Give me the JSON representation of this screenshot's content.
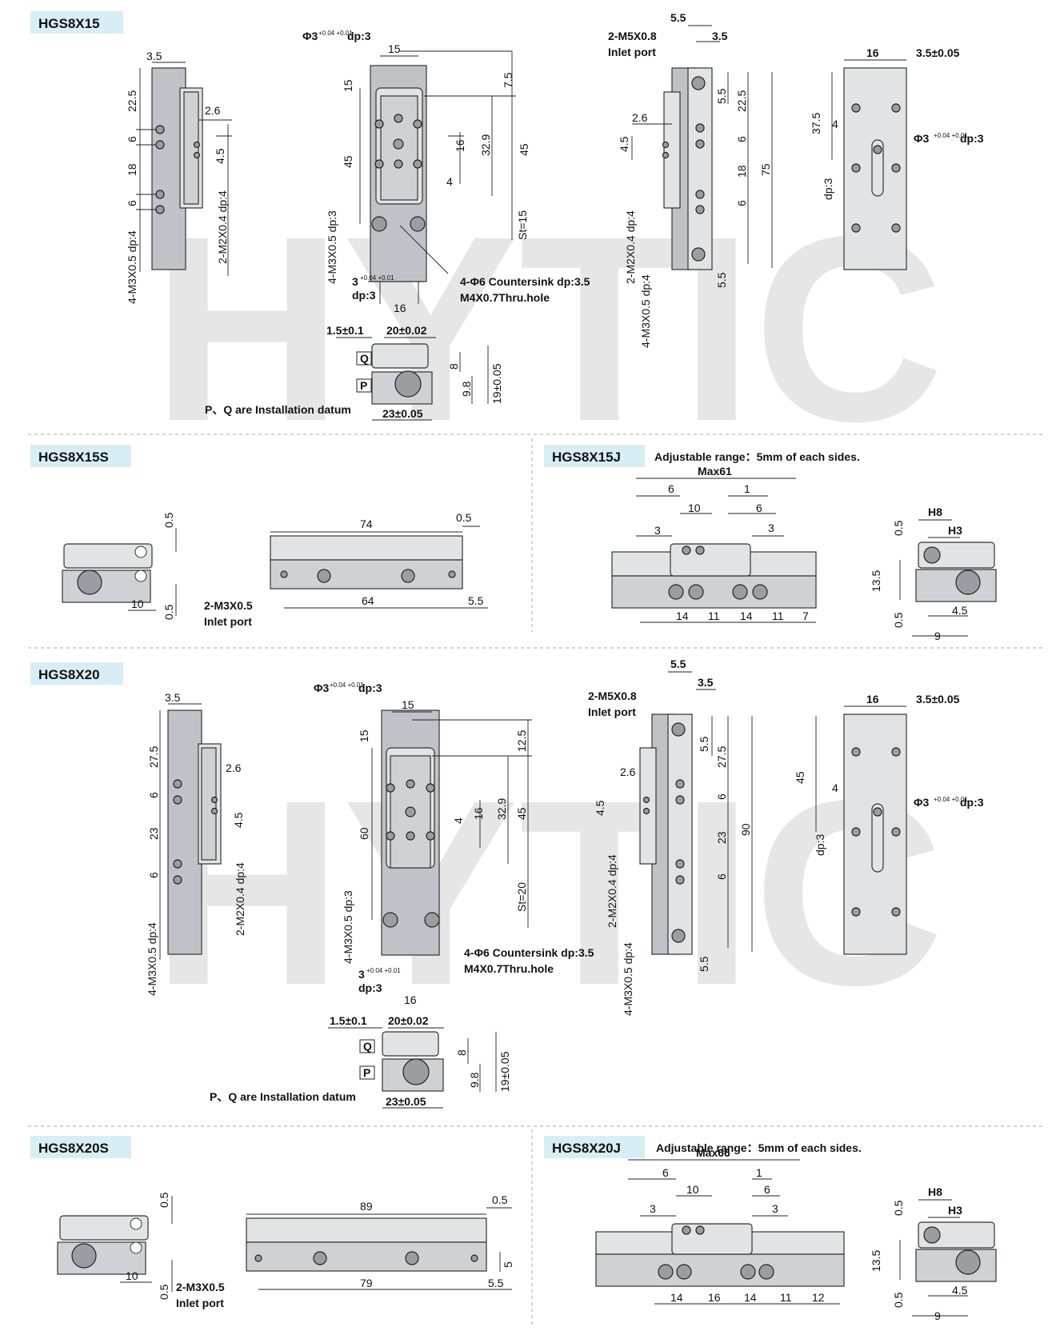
{
  "watermark": "HYTIC",
  "sections": {
    "s1": "HGS8X15",
    "s2": "HGS8X15S",
    "s3": "HGS8X15J",
    "s4": "HGS8X20",
    "s5": "HGS8X20S",
    "s6": "HGS8X20J"
  },
  "notes": {
    "adjust": "Adjustable range：5mm of each sides.",
    "datum": "P、Q are Installation datum",
    "inlet": "Inlet port",
    "counter": "4-Φ6 Countersink dp:3.5",
    "thru": "M4X0.7Thru.hole",
    "phi3": "Φ3",
    "phi3b": "Φ3",
    "dp3": "dp:3",
    "tol": "+0.04 +0.01",
    "m3": "4-M3X0.5 dp:3",
    "m3b": "4-M3X0.5 dp:4",
    "m2": "2-M2X0.4 dp:4",
    "m5": "2-M5X0.8",
    "m3x": "2-M3X0.5",
    "max61": "Max61",
    "max66": "Max66",
    "st15": "St=15",
    "st20": "St=20",
    "q": "Q",
    "p": "P",
    "three": "3"
  },
  "dims1": {
    "a": "3.5",
    "b": "22.5",
    "c": "6",
    "d": "18",
    "e": "6",
    "f": "2.6",
    "g": "4.5",
    "h": "15",
    "i": "15",
    "j": "7.5",
    "k": "45",
    "l": "16",
    "m": "32.9",
    "n": "45",
    "o": "4",
    "p": "16",
    "q": "5.5",
    "r": "3.5",
    "s": "5.5",
    "t": "22.5",
    "u": "2.6",
    "v": "4.5",
    "w": "6",
    "x": "18",
    "y": "6",
    "z": "75",
    "z2": "5.5",
    "aa": "16",
    "ab": "3.5±0.05",
    "ac": "37.5",
    "ad": "4",
    "ba": "1.5±0.1",
    "bb": "20±0.02",
    "bc": "8",
    "bd": "9.8",
    "be": "19±0.05",
    "bf": "23±0.05"
  },
  "dims2": {
    "a": "0.5",
    "b": "10",
    "c": "0.5",
    "d": "74",
    "e": "0.5",
    "f": "64",
    "g": "5.5"
  },
  "dims3": {
    "a": "6",
    "b": "1",
    "c": "10",
    "d": "6",
    "e": "3",
    "f": "3",
    "g": "14",
    "h": "11",
    "i": "14",
    "j": "11",
    "k": "7",
    "h8": "H8",
    "h3": "H3",
    "l": "0.5",
    "m": "13.5",
    "n": "0.5",
    "o": "4.5",
    "p": "9"
  },
  "dims4": {
    "a": "3.5",
    "b": "27.5",
    "c": "6",
    "d": "23",
    "e": "6",
    "f": "2.6",
    "g": "4.5",
    "h": "15",
    "i": "15",
    "j": "12.5",
    "k": "60",
    "l": "4",
    "m": "16",
    "n": "32.9",
    "o": "45",
    "p": "16",
    "q": "5.5",
    "r": "3.5",
    "s": "5.5",
    "t": "27.5",
    "u": "2.6",
    "v": "4.5",
    "w": "6",
    "x": "23",
    "y": "6",
    "z": "90",
    "z2": "5.5",
    "aa": "16",
    "ab": "3.5±0.05",
    "ac": "45",
    "ad": "4",
    "ba": "1.5±0.1",
    "bb": "20±0.02",
    "bc": "8",
    "bd": "9.8",
    "be": "19±0.05",
    "bf": "23±0.05"
  },
  "dims5": {
    "a": "0.5",
    "b": "10",
    "c": "0.5",
    "d": "89",
    "e": "0.5",
    "f": "79",
    "g": "5.5",
    "h": "5"
  },
  "dims6": {
    "a": "6",
    "b": "1",
    "c": "10",
    "d": "6",
    "e": "3",
    "f": "3",
    "g": "14",
    "h": "16",
    "i": "14",
    "j": "11",
    "k": "12",
    "h8": "H8",
    "h3": "H3",
    "l": "0.5",
    "m": "13.5",
    "n": "0.5",
    "o": "4.5",
    "p": "9"
  }
}
